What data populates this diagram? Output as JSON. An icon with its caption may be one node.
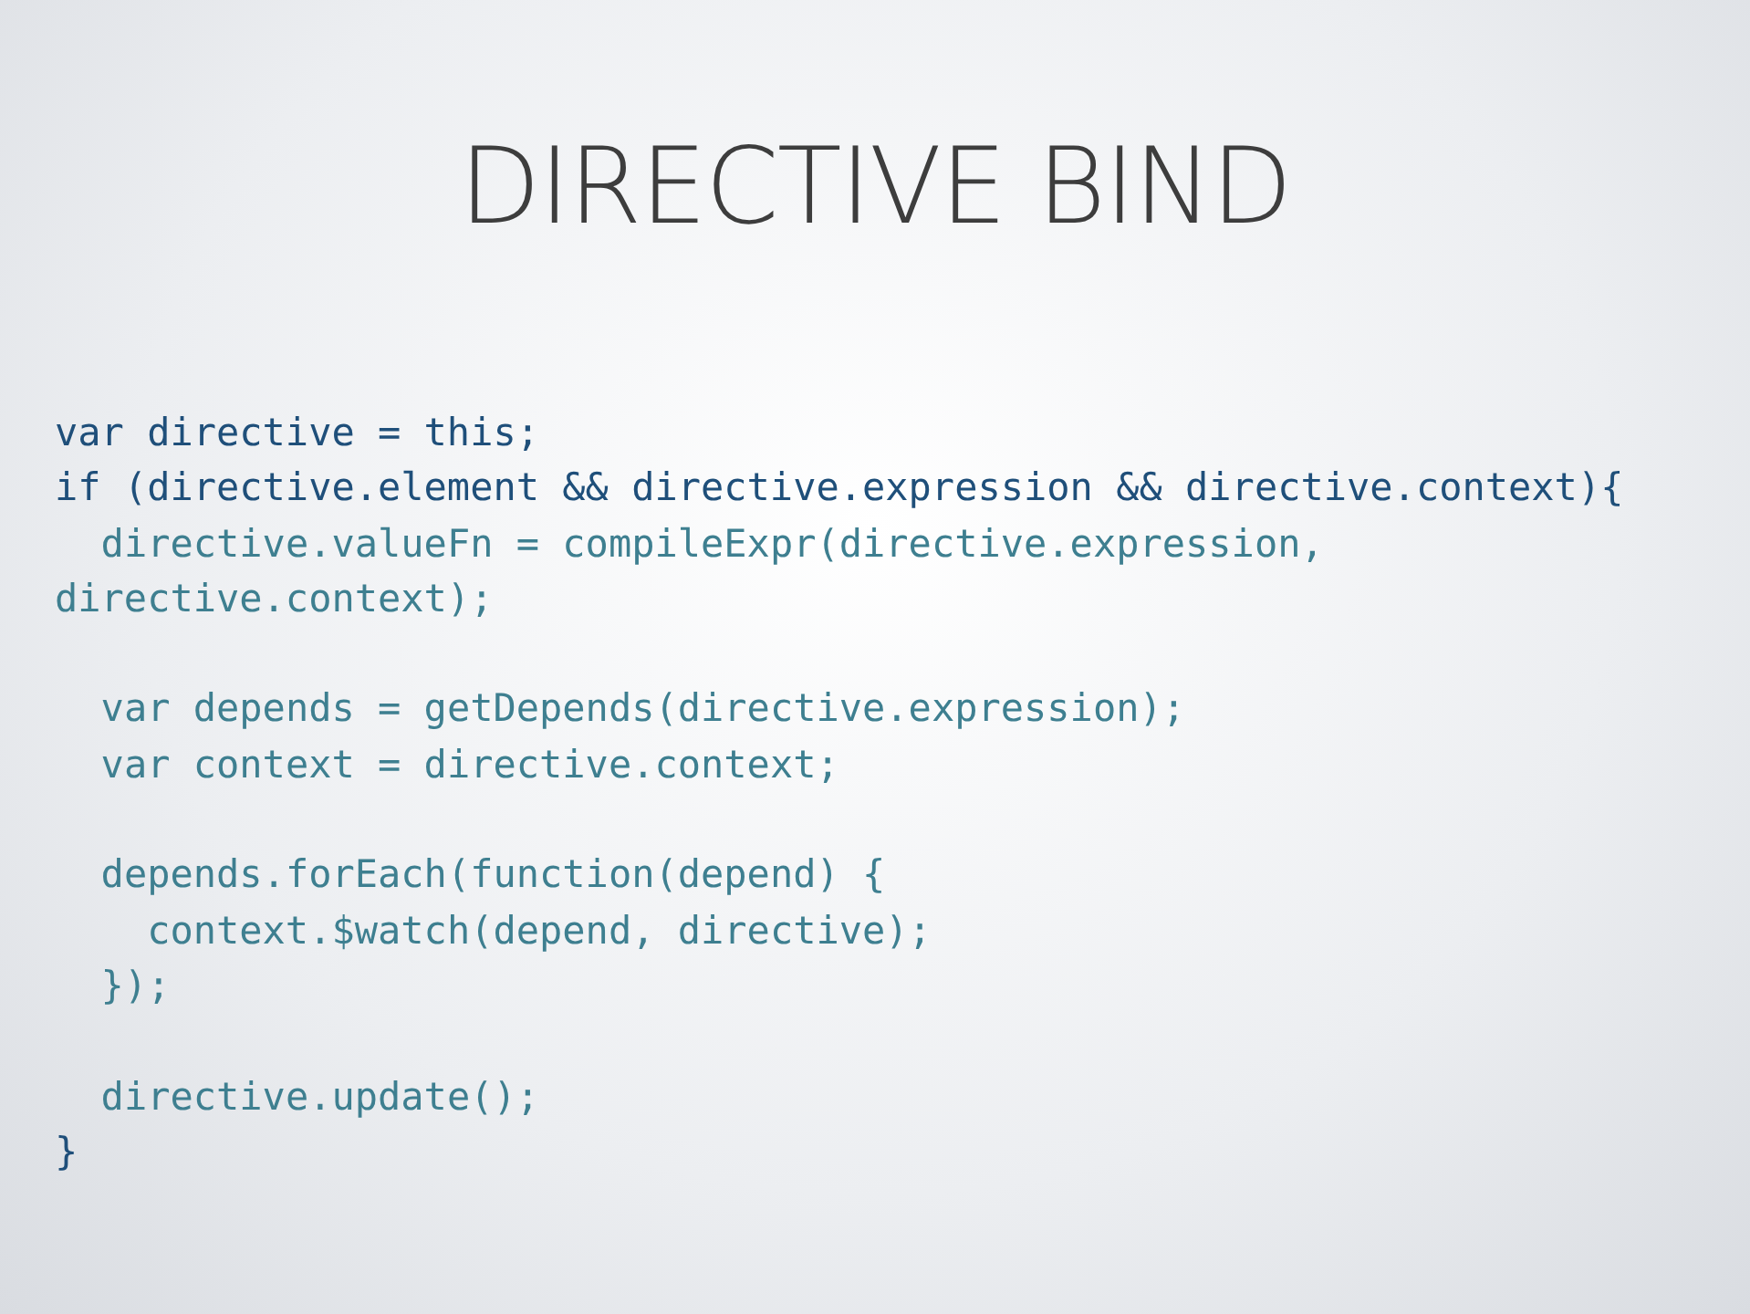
{
  "diagram": {
    "title": "DIRECTIVE BIND",
    "labels": [
      "var directive = this;",
      "if (directive.element && directive.expression && directive.context){",
      "  directive.valueFn = compileExpr(directive.expression, directive.context);",
      "  var depends = getDepends(directive.expression);",
      "  var context = directive.context;",
      "  depends.forEach(function(depend) {",
      "    context.$watch(depend, directive);",
      "  });",
      "  directive.update();",
      "}"
    ]
  }
}
